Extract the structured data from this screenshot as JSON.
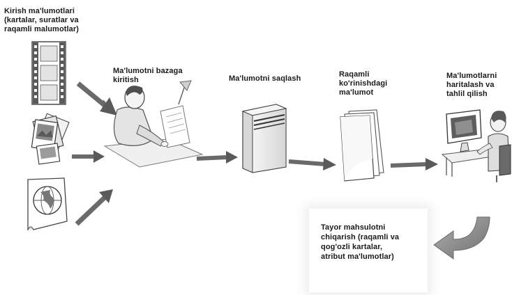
{
  "labels": {
    "input": [
      "Kirish ma'lumotlari",
      "(kartalar, suratlar va",
      "raqamli malumotlar)"
    ],
    "entry": [
      "Ma'lumotni bazaga",
      "kiritish"
    ],
    "storage": [
      "Ma'lumotni saqlash"
    ],
    "digital": [
      "Raqamli",
      "ko'rinishdagi",
      "ma'lumot"
    ],
    "analysis": [
      "Ma'lumotlarni",
      "haritalash va",
      "tahlil qilish"
    ],
    "output": [
      "Tayor mahsulotni",
      "chiqarish (raqamli va",
      "qog'ozli kartalar,",
      "atribut ma'lumotlar)"
    ]
  },
  "icons": {
    "film_strip": "film-strip-icon",
    "photos": "photo-stack-icon",
    "map_document": "map-document-icon",
    "operator": "data-entry-operator-icon",
    "server": "server-icon",
    "documents": "document-stack-icon",
    "workstation": "computer-workstation-icon",
    "curved_arrow": "curved-arrow-icon"
  },
  "colors": {
    "arrow": "#7a7a7a",
    "arrow_dark": "#555555",
    "curved_arrow": "#8c8c8c",
    "server_body": "#e9e9e9",
    "text": "#1a1a1a"
  }
}
